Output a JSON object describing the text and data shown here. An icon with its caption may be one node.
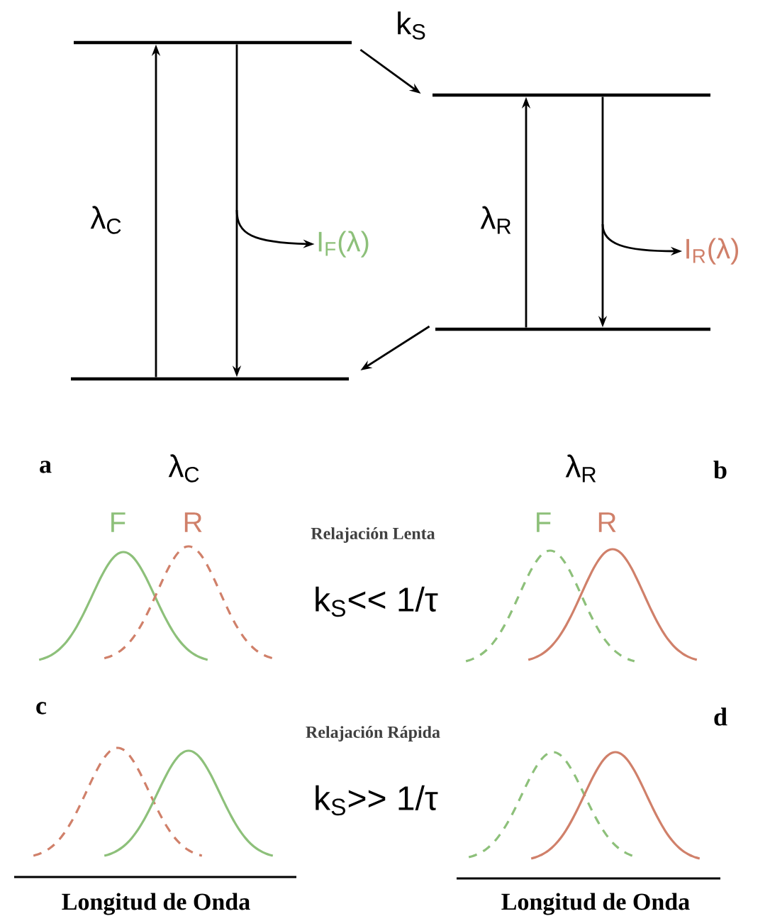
{
  "diagram": {
    "nodes": [
      {
        "text": [],
        "shape": "bar"
      },
      {
        "text": [],
        "shape": "bar"
      },
      {
        "text": [],
        "shape": "bar"
      },
      {
        "text": [],
        "shape": "bar"
      },
      {
        "text": [
          "I$_{F}$(λ)"
        ]
      },
      {
        "text": [
          "I$_{R}$(λ)"
        ]
      }
    ],
    "edges": [
      {
        "from": 1,
        "to": 0,
        "arrow": "to",
        "label": "λ$_{C}$"
      },
      {
        "from": 0,
        "to": 1,
        "arrow": "to"
      },
      {
        "from": 0,
        "to": 2,
        "arrow": "to",
        "label": "k$_{S}$"
      },
      {
        "from": 3,
        "to": 1,
        "arrow": "to"
      },
      {
        "from": 3,
        "to": 2,
        "arrow": "to",
        "label": "λ$_{R}$"
      },
      {
        "from": 2,
        "to": 3,
        "arrow": "to"
      },
      {
        "from": null,
        "to": 4,
        "arrow": "to"
      },
      {
        "from": null,
        "to": 5,
        "arrow": "to"
      }
    ],
    "labels": [
      "a",
      "λ$_{C}$",
      "λ$_{R}$",
      "b",
      "F",
      "R",
      "Relajación Lenta",
      "F",
      "R",
      "k$_{S}$<< 1/τ",
      "c",
      "Relajación Rápida",
      "d",
      "k$_{S}$>> 1/τ",
      "Longitud de Onda",
      "Longitud de Onda"
    ]
  }
}
